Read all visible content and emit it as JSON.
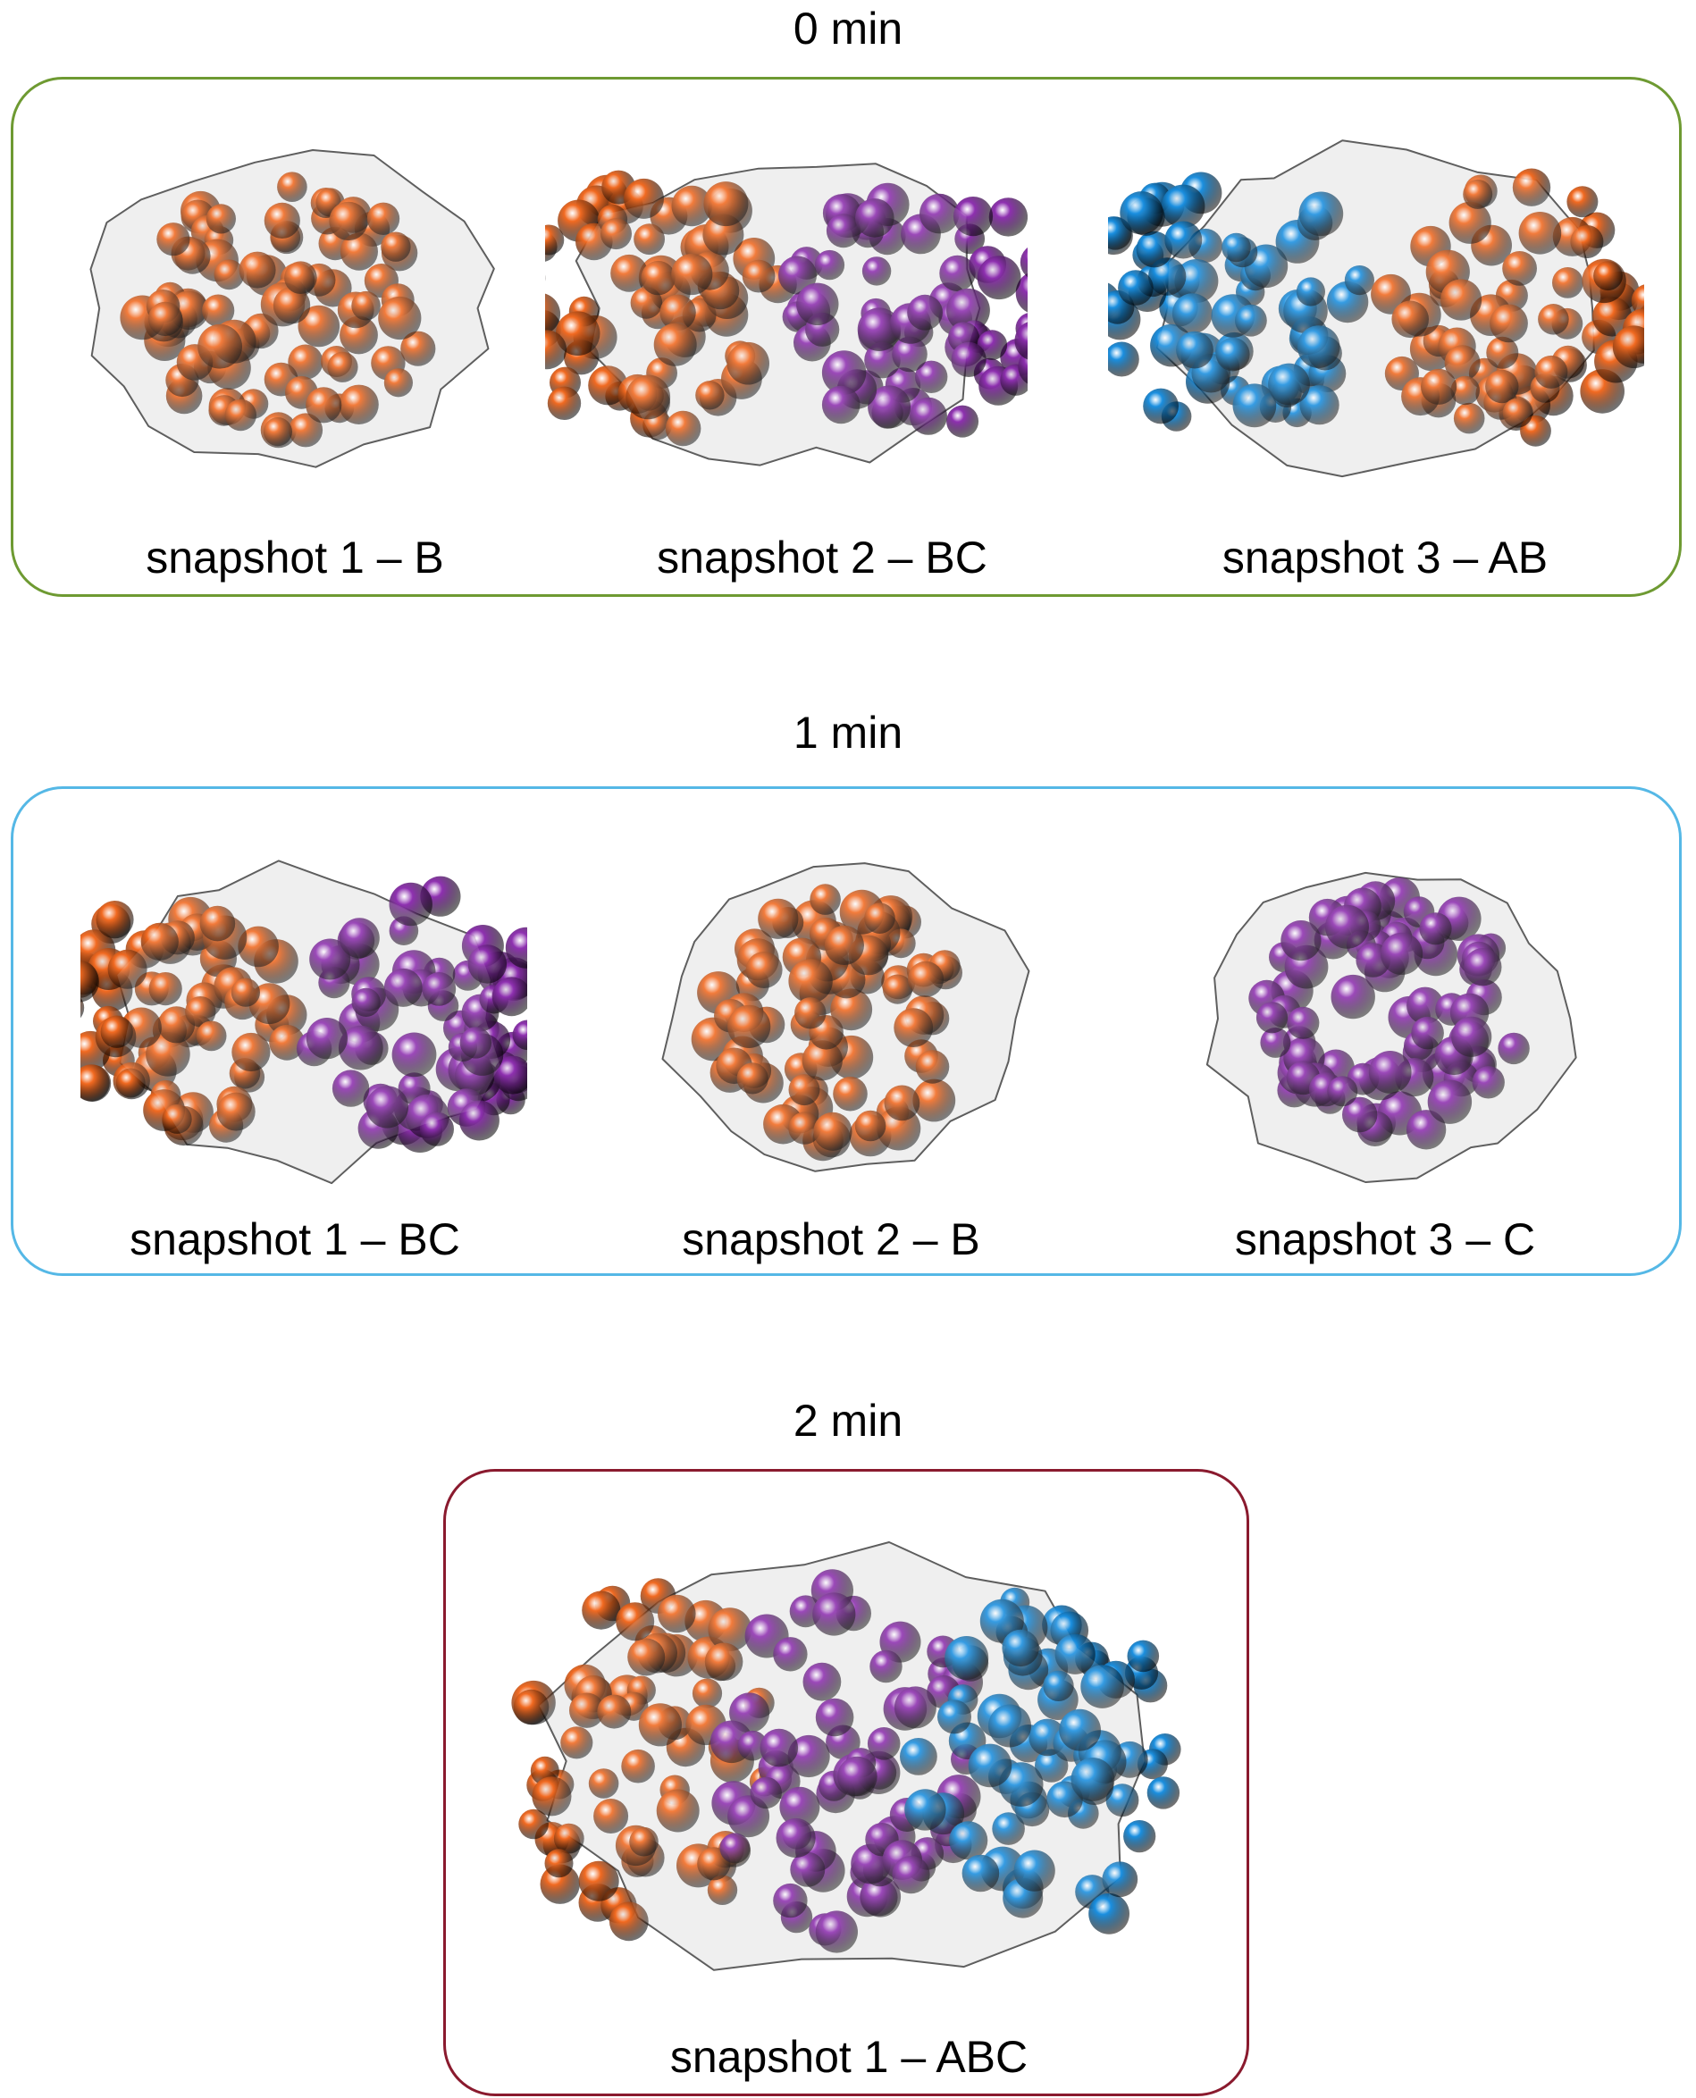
{
  "colors": {
    "protein_A": "#1a8fe0",
    "protein_B": "#f26a21",
    "protein_C": "#8e30b0",
    "density_map": "#d8d8d8",
    "panel_0min": "#6e9a32",
    "panel_1min": "#55b8e6",
    "panel_2min": "#8a1a2e"
  },
  "icons": {
    "model": "bead-model-in-density-map"
  },
  "groups": [
    {
      "title": "0 min",
      "snapshots": [
        {
          "label": "snapshot 1 – B",
          "components": [
            "B"
          ]
        },
        {
          "label": "snapshot 2 – BC",
          "components": [
            "B",
            "C"
          ]
        },
        {
          "label": "snapshot 3 – AB",
          "components": [
            "A",
            "B"
          ]
        }
      ]
    },
    {
      "title": "1 min",
      "snapshots": [
        {
          "label": "snapshot 1 – BC",
          "components": [
            "B",
            "C"
          ]
        },
        {
          "label": "snapshot 2 – B",
          "components": [
            "B"
          ]
        },
        {
          "label": "snapshot 3 – C",
          "components": [
            "C"
          ]
        }
      ]
    },
    {
      "title": "2 min",
      "snapshots": [
        {
          "label": "snapshot 1 – ABC",
          "components": [
            "B",
            "C",
            "A"
          ]
        }
      ]
    }
  ]
}
